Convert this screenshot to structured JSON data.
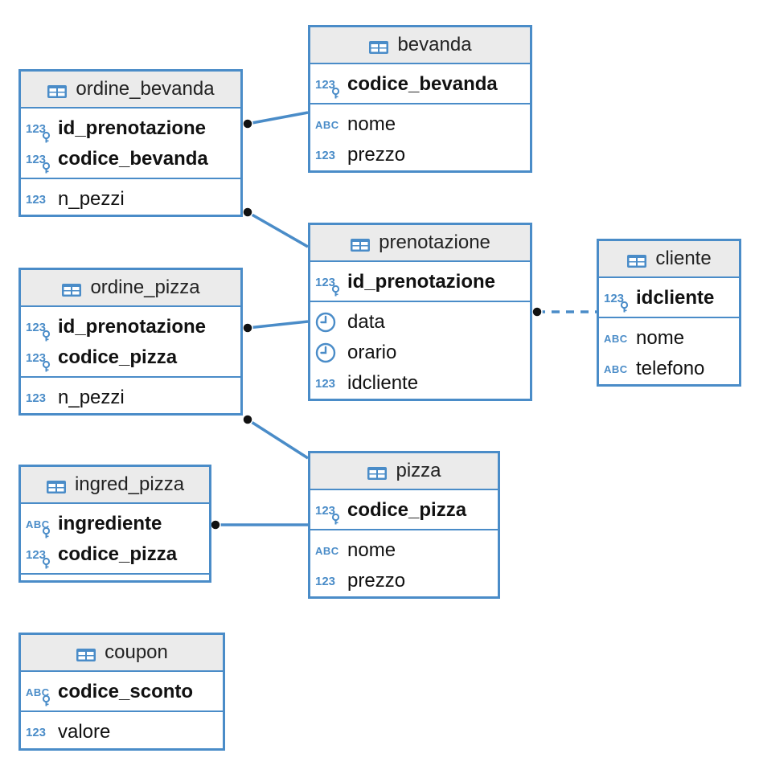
{
  "entities": {
    "ordine_bevanda": {
      "title": "ordine_bevanda",
      "pk": [
        {
          "type": "123",
          "name": "id_prenotazione"
        },
        {
          "type": "123",
          "name": "codice_bevanda"
        }
      ],
      "attrs": [
        {
          "type": "123",
          "name": "n_pezzi"
        }
      ]
    },
    "bevanda": {
      "title": "bevanda",
      "pk": [
        {
          "type": "123",
          "name": "codice_bevanda"
        }
      ],
      "attrs": [
        {
          "type": "ABC",
          "name": "nome"
        },
        {
          "type": "123",
          "name": "prezzo"
        }
      ]
    },
    "prenotazione": {
      "title": "prenotazione",
      "pk": [
        {
          "type": "123",
          "name": "id_prenotazione"
        }
      ],
      "attrs": [
        {
          "type": "clock",
          "name": "data"
        },
        {
          "type": "clock",
          "name": "orario"
        },
        {
          "type": "123",
          "name": "idcliente"
        }
      ]
    },
    "cliente": {
      "title": "cliente",
      "pk": [
        {
          "type": "123",
          "name": "idcliente"
        }
      ],
      "attrs": [
        {
          "type": "ABC",
          "name": "nome"
        },
        {
          "type": "ABC",
          "name": "telefono"
        }
      ]
    },
    "ordine_pizza": {
      "title": "ordine_pizza",
      "pk": [
        {
          "type": "123",
          "name": "id_prenotazione"
        },
        {
          "type": "123",
          "name": "codice_pizza"
        }
      ],
      "attrs": [
        {
          "type": "123",
          "name": "n_pezzi"
        }
      ]
    },
    "pizza": {
      "title": "pizza",
      "pk": [
        {
          "type": "123",
          "name": "codice_pizza"
        }
      ],
      "attrs": [
        {
          "type": "ABC",
          "name": "nome"
        },
        {
          "type": "123",
          "name": "prezzo"
        }
      ]
    },
    "ingred_pizza": {
      "title": "ingred_pizza",
      "pk": [
        {
          "type": "ABC",
          "name": "ingrediente"
        },
        {
          "type": "123",
          "name": "codice_pizza"
        }
      ],
      "attrs": []
    },
    "coupon": {
      "title": "coupon",
      "pk": [
        {
          "type": "ABC",
          "name": "codice_sconto"
        }
      ],
      "attrs": [
        {
          "type": "123",
          "name": "valore"
        }
      ]
    }
  },
  "relations": [
    {
      "from": "ordine_bevanda",
      "to": "bevanda",
      "style": "solid"
    },
    {
      "from": "ordine_bevanda",
      "to": "prenotazione",
      "style": "solid"
    },
    {
      "from": "ordine_pizza",
      "to": "prenotazione",
      "style": "solid"
    },
    {
      "from": "ordine_pizza",
      "to": "pizza",
      "style": "solid"
    },
    {
      "from": "ingred_pizza",
      "to": "pizza",
      "style": "solid"
    },
    {
      "from": "prenotazione",
      "to": "cliente",
      "style": "dashed"
    }
  ],
  "colors": {
    "border": "#4a8cc8",
    "header_bg": "#ebebeb",
    "icon": "#4a8cc8",
    "text": "#111111"
  },
  "icons": {
    "table": "table-icon",
    "integer": "integer-type-icon",
    "string": "string-type-icon",
    "time": "clock-icon",
    "key": "key-icon"
  }
}
